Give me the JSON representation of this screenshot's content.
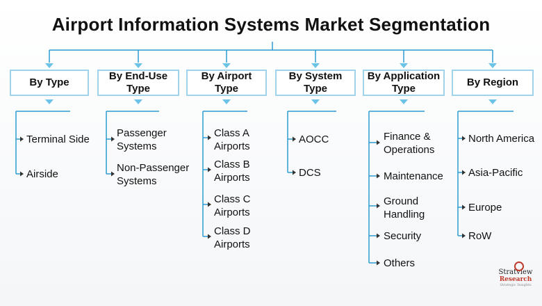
{
  "title": "Airport Information Systems Market Segmentation",
  "categories": [
    {
      "label": "By Type",
      "items": [
        "Terminal Side",
        "Airside"
      ]
    },
    {
      "label": "By End-Use Type",
      "items": [
        "Passenger Systems",
        "Non-Passenger Systems"
      ]
    },
    {
      "label": "By Airport Type",
      "items": [
        "Class A Airports",
        "Class B Airports",
        "Class C Airports",
        "Class D Airports"
      ]
    },
    {
      "label": "By System Type",
      "items": [
        "AOCC",
        "DCS"
      ]
    },
    {
      "label": "By Application Type",
      "items": [
        "Finance & Operations",
        "Maintenance",
        "Ground Handling",
        "Security",
        "Others"
      ]
    },
    {
      "label": "By Region",
      "items": [
        "North America",
        "Asia-Pacific",
        "Europe",
        "RoW"
      ]
    }
  ],
  "logo": {
    "line1": "Stratview",
    "line2": "Research",
    "line3": "Strategic Insights"
  },
  "colors": {
    "connector": "#2d9cd0",
    "box_border": "#9ed3e9",
    "arrow": "#6cc3e8"
  }
}
